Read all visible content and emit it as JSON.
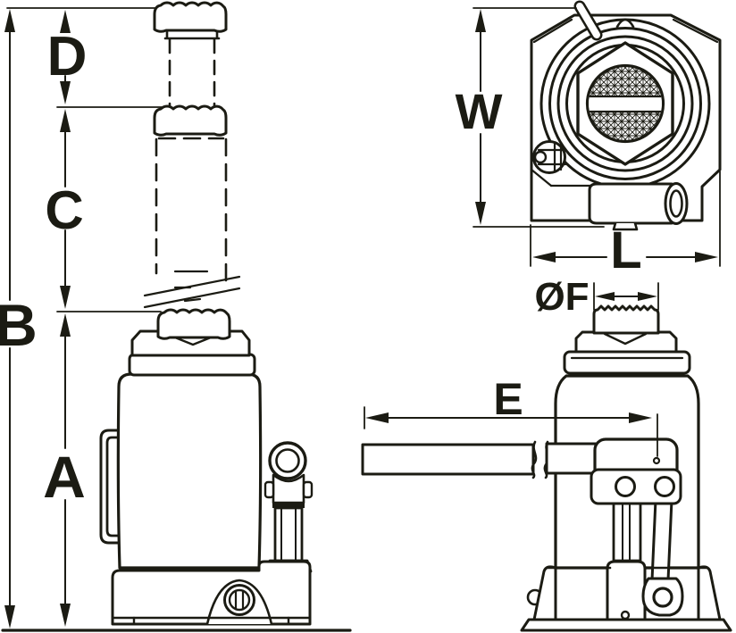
{
  "diagram": {
    "type": "technical-dimensional-drawing",
    "line_color": "#1b1b13",
    "background_color": "#ffffff"
  },
  "labels": {
    "A": "A",
    "B": "B",
    "C": "C",
    "D": "D",
    "W": "W",
    "L": "L",
    "E": "E",
    "F": "ØF"
  },
  "views": {
    "front": {
      "dimension_labels": [
        "B",
        "D",
        "C",
        "A"
      ]
    },
    "top": {
      "dimension_labels": [
        "W",
        "L"
      ]
    },
    "side": {
      "dimension_labels": [
        "E",
        "ØF"
      ]
    }
  }
}
